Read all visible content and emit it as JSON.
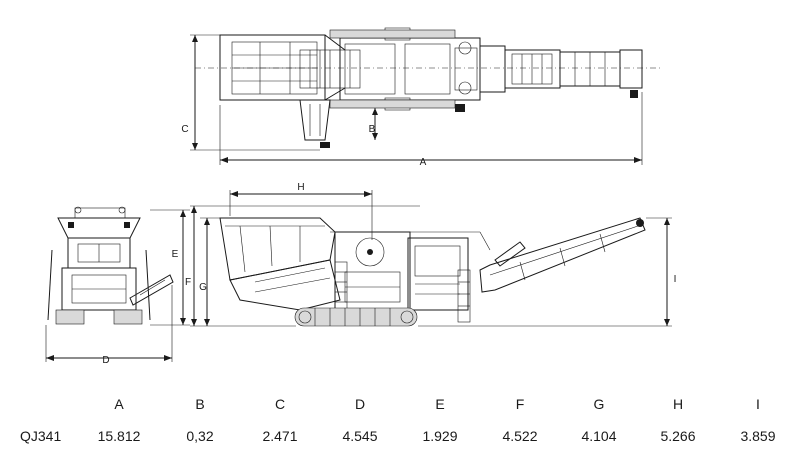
{
  "drawing_labels": {
    "top": {
      "A": "A",
      "B": "B",
      "C": "C"
    },
    "side": {
      "E": "E",
      "F": "F",
      "G": "G",
      "H": "H",
      "I": "I"
    },
    "front": {
      "D": "D"
    }
  },
  "spec_table": {
    "headers": [
      "A",
      "B",
      "C",
      "D",
      "E",
      "F",
      "G",
      "H",
      "I"
    ],
    "model": "QJ341",
    "values": [
      "15.812",
      "0,32",
      "2.471",
      "4.545",
      "1.929",
      "4.522",
      "4.104",
      "5.266",
      "3.859"
    ]
  }
}
